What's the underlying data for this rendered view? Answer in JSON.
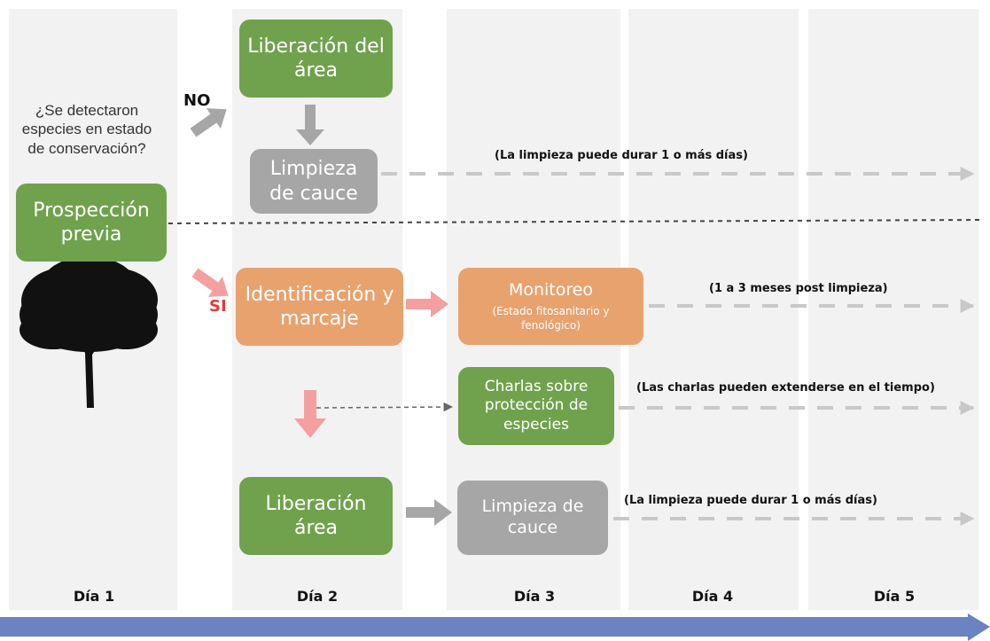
{
  "question": "¿Se detectaron especies en estado de conservación?",
  "decision_no": "NO",
  "decision_si": "SI",
  "boxes": {
    "prospeccion": "Prospección previa",
    "liberacion_area_top": "Liberación del área",
    "limpieza_cauce_top": "Limpieza de cauce",
    "identificacion": "Identificación y marcaje",
    "monitoreo_title": "Monitoreo",
    "monitoreo_sub": "(Estado fitosanitario y fenológico)",
    "charlas": "Charlas sobre protección de especies",
    "liberacion_area_bottom": "Liberación área",
    "limpieza_cauce_bottom": "Limpieza de cauce"
  },
  "notes": {
    "limpieza_top": "(La limpieza puede durar 1 o más días)",
    "monitoreo": "(1 a 3 meses post limpieza)",
    "charlas": "(Las charlas pueden extenderse en el tiempo)",
    "limpieza_bottom": "(La limpieza puede durar 1 o más días)"
  },
  "days": [
    "Día 1",
    "Día 2",
    "Día 3",
    "Día 4",
    "Día 5"
  ],
  "colors": {
    "green": "#70a24d",
    "gray": "#a6a6a6",
    "orange": "#e8a26e",
    "salmon_arrow": "#f4a0a0",
    "dashed_arrow": "#c8c8c8",
    "timeline": "#6b83c0",
    "si_red": "#e23b3b"
  }
}
